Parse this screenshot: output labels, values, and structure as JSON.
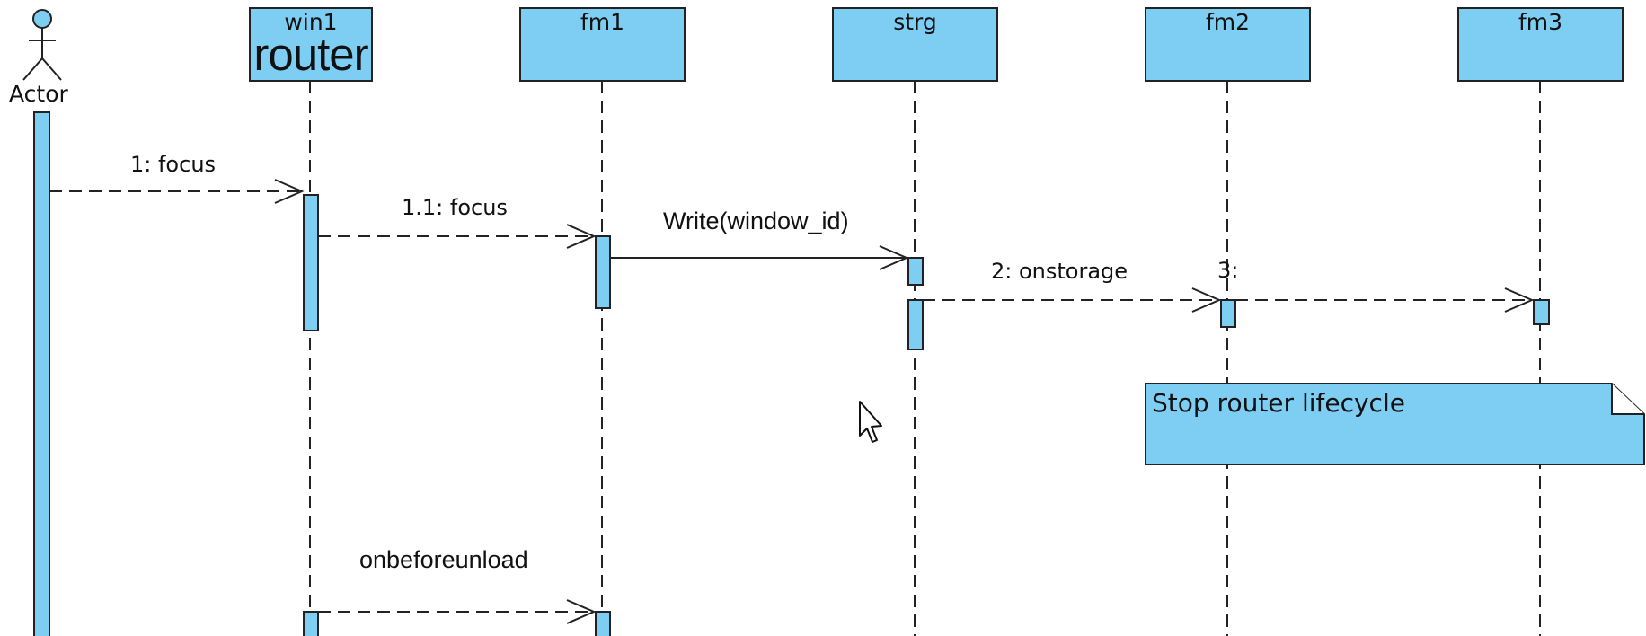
{
  "actor": {
    "label": "Actor"
  },
  "lifelines": {
    "win1": {
      "name": "win1",
      "stereotype": "router"
    },
    "fm1": {
      "name": "fm1"
    },
    "strg": {
      "name": "strg"
    },
    "fm2": {
      "name": "fm2"
    },
    "fm3": {
      "name": "fm3"
    }
  },
  "messages": {
    "m1": "1: focus",
    "m1_1": "1.1: focus",
    "write": "Write(window_id)",
    "m2": "2: onstorage",
    "m3": "3:",
    "unload": "onbeforeunload"
  },
  "note": {
    "text": "Stop router lifecycle"
  },
  "colors": {
    "fill": "#7ecef4",
    "stroke": "#222222",
    "background": "#ffffff"
  },
  "icons": {
    "cursor": "mouse-pointer-icon"
  }
}
